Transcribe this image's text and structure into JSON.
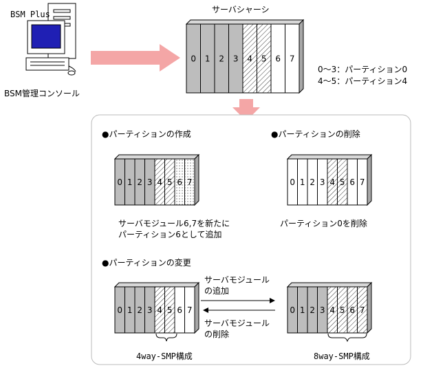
{
  "colors": {
    "module_gray": "#bdbdbd",
    "module_white": "#ffffff",
    "arrow_pink": "#f4a6a6",
    "panel_border": "#bbbbbb"
  },
  "console": {
    "top_label": "BSM Plus",
    "bottom_label": "BSM管理コンソール"
  },
  "server": {
    "title": "サーバシャーシ",
    "modules": [
      "0",
      "1",
      "2",
      "3",
      "4",
      "5",
      "6",
      "7"
    ],
    "module_styles": [
      "gray",
      "gray",
      "gray",
      "gray",
      "hatch",
      "hatch",
      "white",
      "white"
    ]
  },
  "legend": {
    "line1": "0～3：パーティション0",
    "line2": "4～5：パーティション4"
  },
  "panel": {
    "create": {
      "title": "●パーティションの作成",
      "module_styles": [
        "gray",
        "gray",
        "gray",
        "gray",
        "hatch",
        "hatch",
        "dots",
        "dots"
      ],
      "caption1": "サーバモジュール6,7を新たに",
      "caption2": "パーティション6として追加"
    },
    "delete": {
      "title": "●パーティションの削除",
      "module_styles": [
        "white",
        "white",
        "white",
        "white",
        "hatch",
        "hatch",
        "white",
        "white"
      ],
      "caption": "パーティション0を削除"
    },
    "change": {
      "title": "●パーティションの変更",
      "left_styles": [
        "gray",
        "gray",
        "gray",
        "gray",
        "hatch",
        "hatch",
        "white",
        "white"
      ],
      "right_styles": [
        "gray",
        "gray",
        "gray",
        "gray",
        "hatch",
        "hatch",
        "hatch",
        "hatch"
      ],
      "add_label1": "サーバモジュール",
      "add_label2": "の追加",
      "remove_label1": "サーバモジュール",
      "remove_label2": "の削除",
      "left_caption": "4way-SMP構成",
      "right_caption": "8way-SMP構成"
    }
  }
}
